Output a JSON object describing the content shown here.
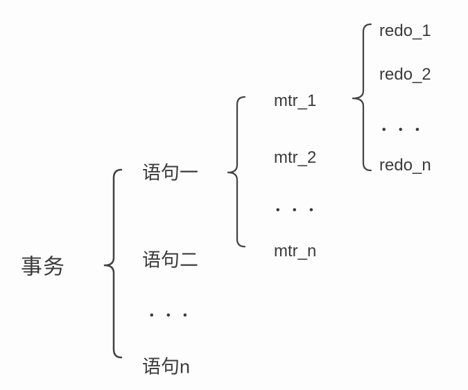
{
  "diagram": {
    "root_label": "事务",
    "statement_items": [
      "语句一",
      "语句二",
      "• • •",
      "语句n"
    ],
    "mtr_items": [
      "mtr_1",
      "mtr_2",
      "• • •",
      "mtr_n"
    ],
    "redo_items": [
      "redo_1",
      "redo_2",
      "• • •",
      "redo_n"
    ]
  },
  "colors": {
    "text": "#3b3b3b",
    "brace": "#414141",
    "background": "#fdfdfd"
  }
}
